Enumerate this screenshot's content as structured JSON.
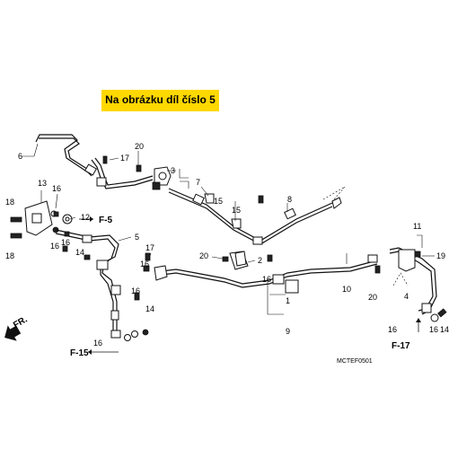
{
  "banner": {
    "text": "Na obrázku díl číslo 5",
    "color": "#ffd800"
  },
  "diagram_code": "MCTEF0501",
  "callouts": {
    "c1": "1",
    "c2": "2",
    "c3": "3",
    "c4": "4",
    "c5": "5",
    "c6": "6",
    "c7": "7",
    "c8": "8",
    "c9": "9",
    "c10": "10",
    "c11": "11",
    "c12": "12",
    "c13": "13",
    "c14a": "14",
    "c14b": "14",
    "c14c": "14",
    "c15a": "15",
    "c15b": "15",
    "c16a": "16",
    "c16b": "16",
    "c16c": "16",
    "c16d": "16",
    "c16e": "16",
    "c16f": "16",
    "c16g": "16",
    "c17a": "17",
    "c17b": "17",
    "c18a": "18",
    "c18b": "18",
    "c19": "19",
    "c20a": "20",
    "c20b": "20",
    "c20c": "20"
  },
  "refs": {
    "f5": "F-5",
    "f15": "F-15",
    "f17": "F-17",
    "fr": "FR."
  }
}
